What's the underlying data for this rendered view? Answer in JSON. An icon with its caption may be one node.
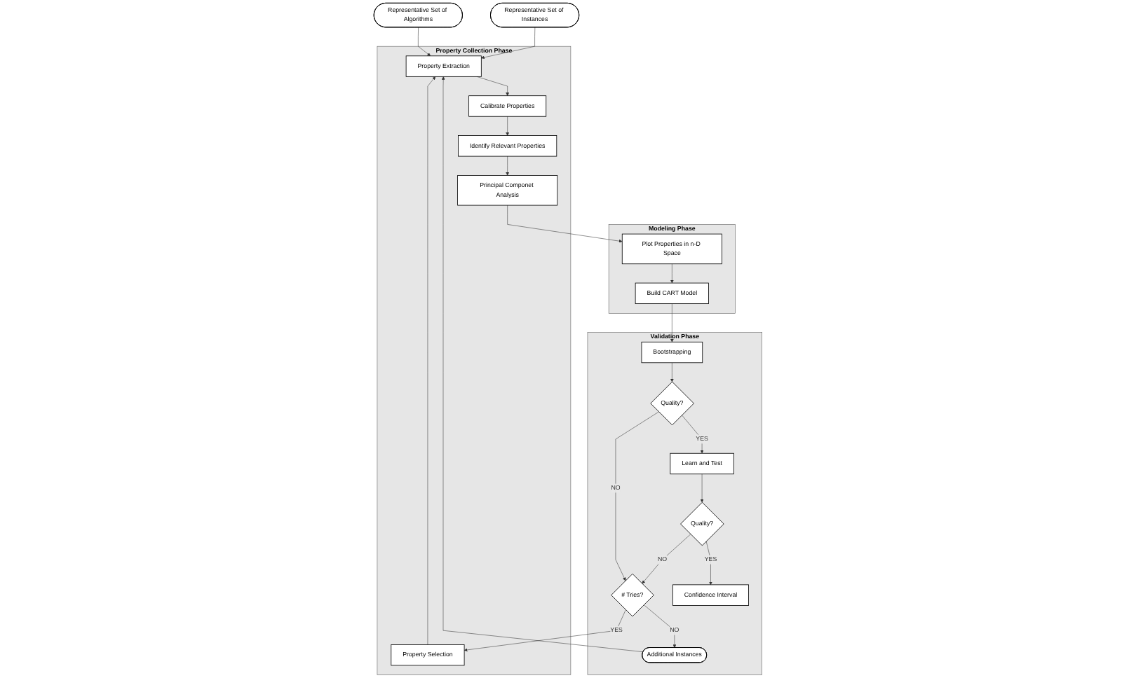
{
  "diagram": {
    "nodes": [
      {
        "text": [
          "Representative Set of Algorithms"
        ]
      },
      {
        "text": [
          "Representative Set of Instances"
        ]
      },
      {
        "text": [
          "Property Collection Phase"
        ]
      },
      {
        "text": [
          "Property Selection"
        ],
        "in": 2
      },
      {
        "text": [
          "Property Extraction"
        ],
        "in": 2
      },
      {
        "text": [
          "Calibrate Properties"
        ],
        "in": 2
      },
      {
        "text": [
          "Identify Relevant Properties"
        ],
        "in": 2
      },
      {
        "text": [
          "Principal Componet Analysis"
        ],
        "in": 2
      },
      {
        "text": [
          "Modeling Phase"
        ]
      },
      {
        "text": [
          "Plot Properties in n-D Space"
        ],
        "in": 8
      },
      {
        "text": [
          "Build CART Model"
        ],
        "in": 8
      },
      {
        "text": [
          "Validation Phase"
        ]
      },
      {
        "text": [
          "Additional Instances"
        ],
        "in": 11
      },
      {
        "text": [
          "Bootstrapping"
        ],
        "in": 11
      },
      {
        "text": [
          "# Tries?"
        ],
        "in": 11
      },
      {
        "text": [
          "Quality?"
        ],
        "in": 11
      },
      {
        "text": [
          "Confidence Interval"
        ],
        "in": 11
      },
      {
        "text": [
          "Quality?"
        ],
        "in": 11
      },
      {
        "text": [
          "Learn and Test"
        ],
        "in": 11
      }
    ],
    "edges": [
      {
        "from": 0,
        "to": 4,
        "arrow": "to"
      },
      {
        "from": 1,
        "to": 4,
        "arrow": "to"
      },
      {
        "from": 3,
        "to": 4,
        "arrow": "to"
      },
      {
        "from": 4,
        "to": 5,
        "arrow": "to"
      },
      {
        "from": 5,
        "to": 6,
        "arrow": "to"
      },
      {
        "from": 6,
        "to": 7,
        "arrow": "to"
      },
      {
        "from": 7,
        "to": 9,
        "arrow": "to"
      },
      {
        "from": 9,
        "to": 10,
        "arrow": "to"
      },
      {
        "from": 10,
        "to": 13,
        "arrow": "to"
      },
      {
        "from": 13,
        "to": 15,
        "arrow": "to"
      },
      {
        "from": 15,
        "to": 14,
        "arrow": "to",
        "label": "NO"
      },
      {
        "from": 15,
        "to": 18,
        "arrow": "to",
        "label": "YES"
      },
      {
        "from": 18,
        "to": 17,
        "arrow": "to"
      },
      {
        "from": 17,
        "to": 16,
        "arrow": "to",
        "label": "YES"
      },
      {
        "from": 17,
        "to": 14,
        "arrow": "to",
        "label": "NO"
      },
      {
        "from": 14,
        "to": 12,
        "arrow": "to",
        "label": "NO"
      },
      {
        "from": 14,
        "to": 3,
        "arrow": "to",
        "label": "YES"
      },
      {
        "from": 12,
        "to": 4,
        "arrow": "to"
      }
    ]
  }
}
